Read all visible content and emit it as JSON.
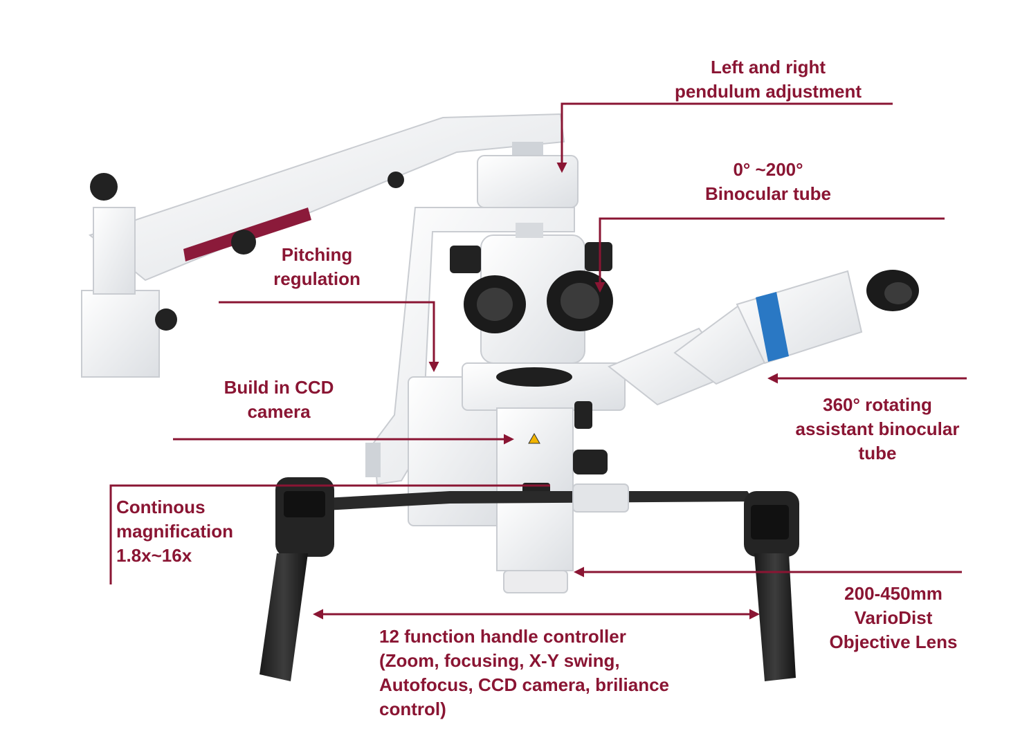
{
  "accent_color": "#8a1533",
  "labels": {
    "pendulum": [
      "Left and right",
      "pendulum adjustment"
    ],
    "binocular": [
      "0°  ~200°",
      "Binocular tube"
    ],
    "pitching": [
      "Pitching",
      "regulation"
    ],
    "ccd": [
      "Build in CCD",
      "camera"
    ],
    "assistant": [
      "360°   rotating",
      "assistant binocular",
      "tube"
    ],
    "magnification": [
      "Continous",
      "magnification",
      "1.8x~16x"
    ],
    "objective": [
      "200-450mm",
      "VarioDist",
      "Objective Lens"
    ],
    "handle": [
      "12 function handle controller",
      "(Zoom, focusing, X-Y swing,",
      "Autofocus, CCD camera, briliance",
      "control)"
    ]
  }
}
